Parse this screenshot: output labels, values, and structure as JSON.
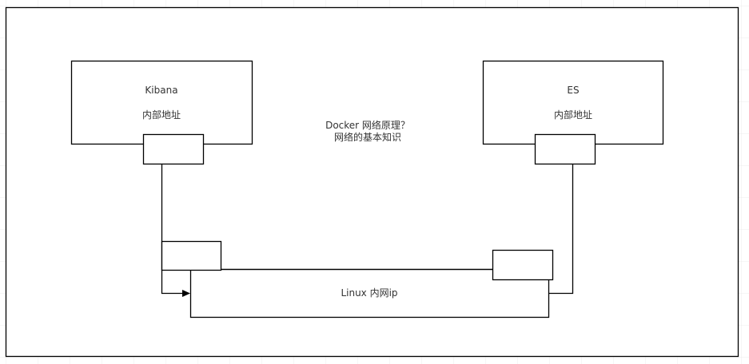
{
  "diagram": {
    "kibana": {
      "name": "Kibana",
      "address": "内部地址"
    },
    "es": {
      "name": "ES",
      "address": "内部地址"
    },
    "note": {
      "line1": "Docker 网络原理？",
      "line2": "网络的基本知识"
    },
    "linux": {
      "label": "Linux 内网ip"
    },
    "colors": {
      "stroke": "#000000",
      "grid": "#e8e8e8",
      "text": "#333333",
      "background": "#ffffff"
    }
  }
}
